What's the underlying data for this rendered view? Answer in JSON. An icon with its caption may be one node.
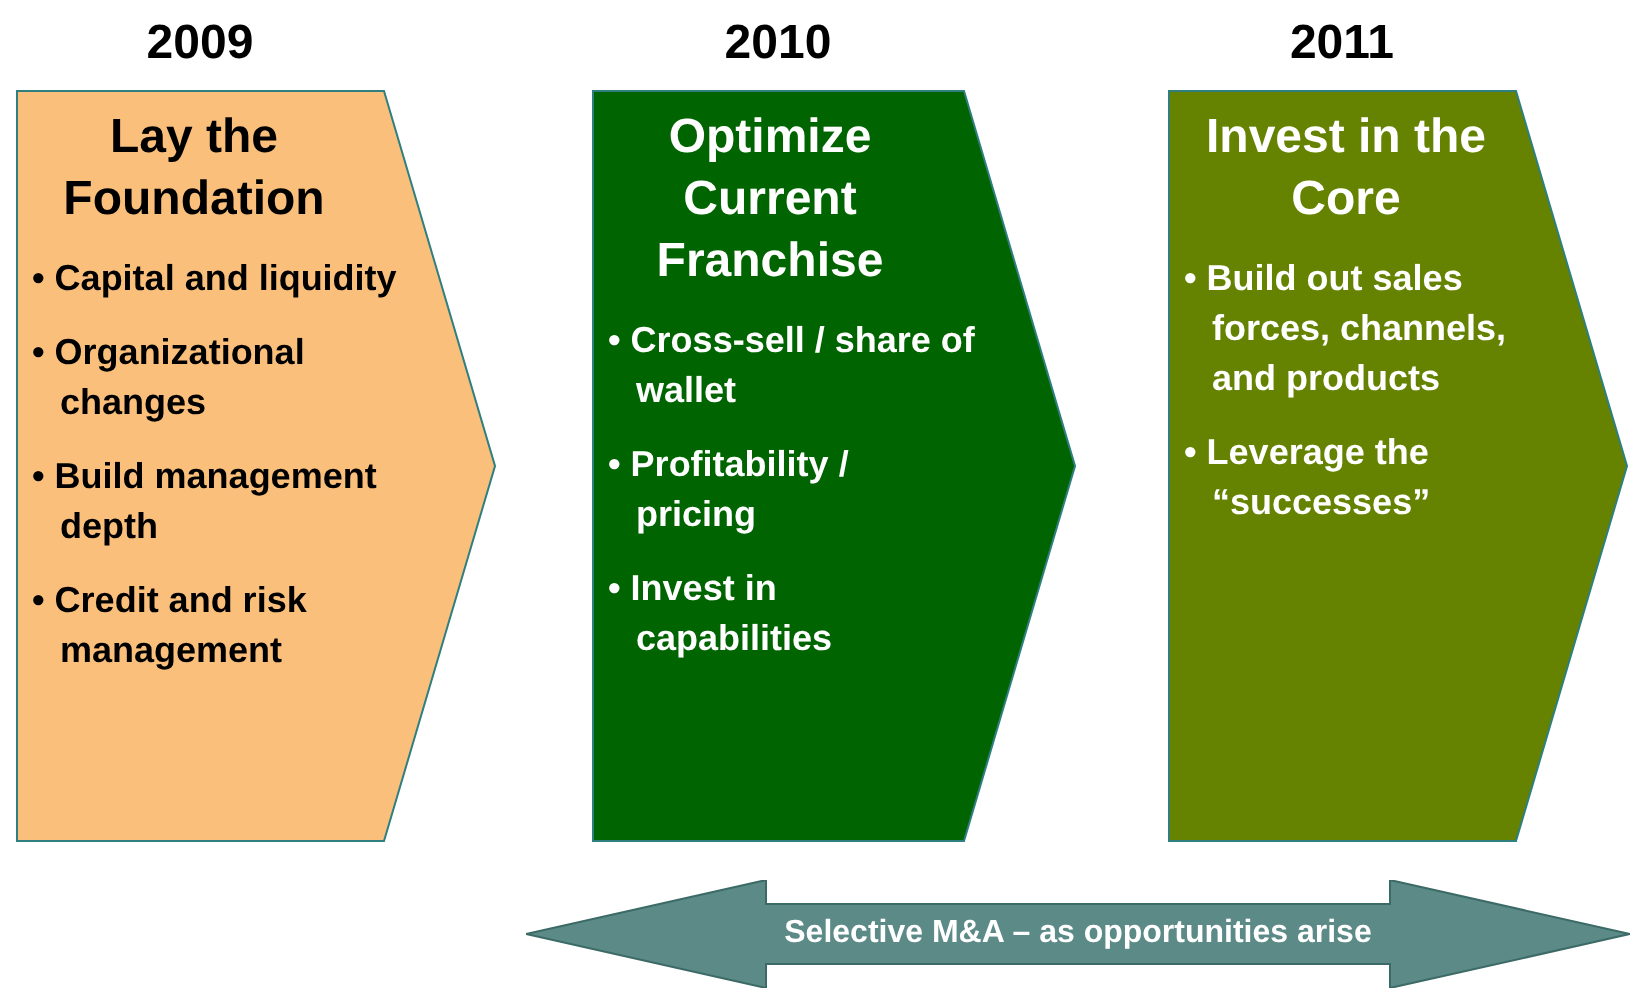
{
  "diagram": {
    "nodes": [
      {
        "text": [
          "Lay the Foundation",
          "• Capital and liquidity",
          "• Organizational changes",
          "• Build management depth",
          "• Credit and risk management"
        ],
        "beside": [
          "2009"
        ]
      },
      {
        "text": [
          "Optimize Current Franchise",
          "• Cross-sell / share of wallet",
          "• Profitability / pricing",
          "• Invest in capabilities"
        ],
        "beside": [
          "2010"
        ]
      },
      {
        "text": [
          "Invest in the Core",
          "• Build out sales forces, channels, and products",
          "• Leverage the “successes”"
        ],
        "beside": [
          "2011"
        ]
      },
      {
        "text": [
          "Selective M&A – as opportunities arise"
        ]
      }
    ]
  }
}
